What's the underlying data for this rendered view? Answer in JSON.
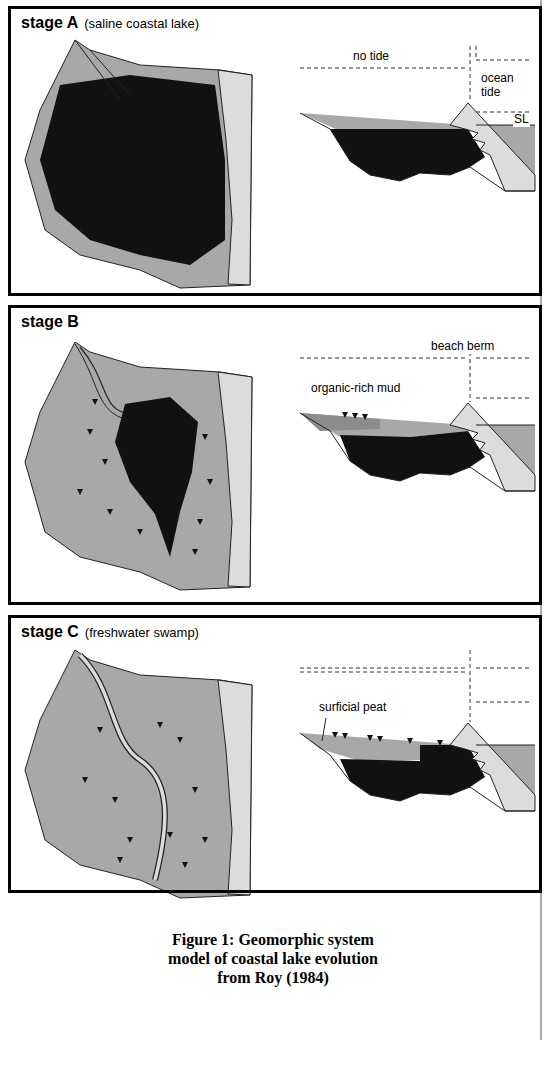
{
  "diagram": {
    "caption": "Figure 1: Geomorphic system model of coastal lake evolution from Roy (1984)",
    "nodes": [
      {
        "text": [
          "stage A",
          "(saline coastal lake)"
        ]
      },
      {
        "text": [
          "stage B"
        ]
      },
      {
        "text": [
          "stage C",
          "(freshwater swamp)"
        ]
      }
    ],
    "labels": [
      "no tide",
      "ocean tide",
      "SL",
      "beach berm",
      "organic-rich mud",
      "surficial peat"
    ]
  }
}
